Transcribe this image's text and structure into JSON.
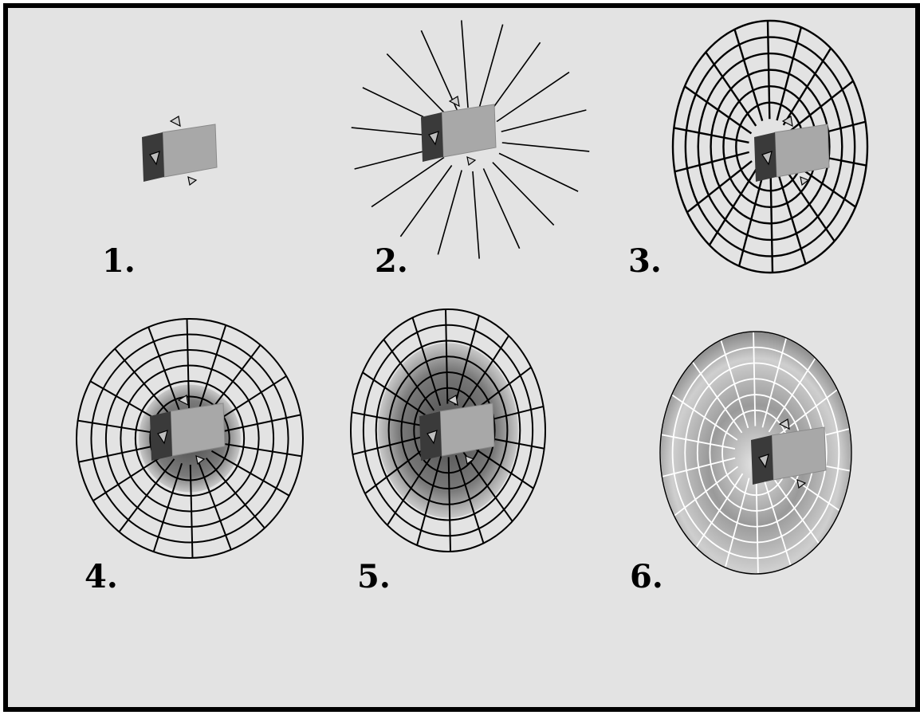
{
  "figure": {
    "colors": {
      "background": "#e3e3e3",
      "border": "#000000",
      "cube_front": "#3a3a3a",
      "cube_top": "#c4c4c4",
      "cube_side": "#a8a8a8",
      "wire_dark": "#000000",
      "wire_light": "#ffffff",
      "shade_dark": "#5a5a5a"
    },
    "steps": [
      {
        "label": "1.",
        "stage": "cube-only"
      },
      {
        "label": "2.",
        "stage": "radial-spokes"
      },
      {
        "label": "3.",
        "stage": "wireframe-dish"
      },
      {
        "label": "4.",
        "stage": "partial-shading"
      },
      {
        "label": "5.",
        "stage": "expanded-shading"
      },
      {
        "label": "6.",
        "stage": "fully-shaded-dish"
      }
    ]
  }
}
